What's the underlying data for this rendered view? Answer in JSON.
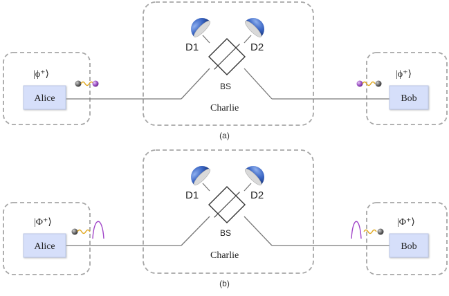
{
  "panel_a": {
    "caption": "(a)",
    "alice_state": "|ϕ⁺⟩",
    "bob_state": "|ϕ⁺⟩",
    "alice_label": "Alice",
    "bob_label": "Bob",
    "charlie_label": "Charlie",
    "bs_label": "BS",
    "detector_left": "D1",
    "detector_right": "D2"
  },
  "panel_b": {
    "caption": "(b)",
    "alice_state": "|Φ⁺⟩",
    "bob_state": "|Φ⁺⟩",
    "alice_label": "Alice",
    "bob_label": "Bob",
    "charlie_label": "Charlie",
    "bs_label": "BS",
    "detector_left": "D1",
    "detector_right": "D2"
  },
  "colors": {
    "box_border": "#a6a6a6",
    "party_fill": "#d6dffa",
    "detector": "#3b66c4",
    "photon": "#9b4fc4",
    "wave": "#a044c8",
    "wiggle": "#e0a820",
    "gray_particle": "#555555"
  }
}
